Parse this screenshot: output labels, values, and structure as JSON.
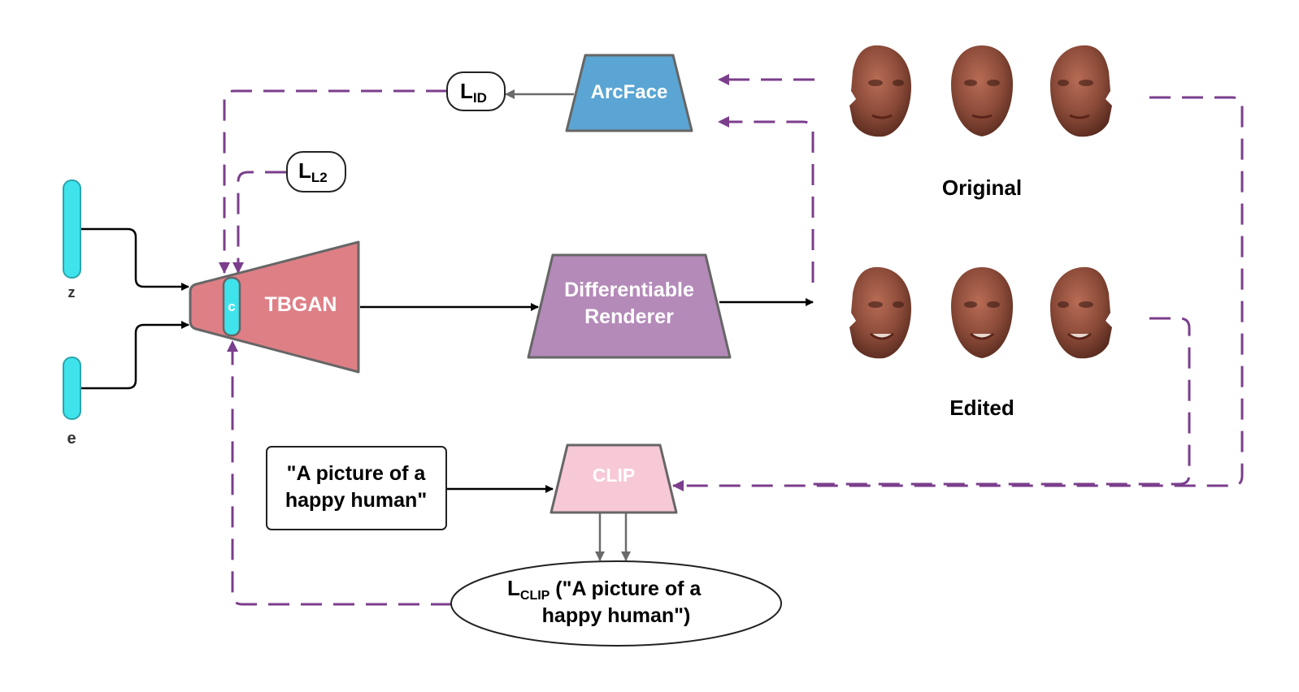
{
  "inputs": {
    "z": "z",
    "e": "e",
    "c": "c"
  },
  "blocks": {
    "tbgan": "TBGAN",
    "arcface": "ArcFace",
    "renderer_line1": "Differentiable",
    "renderer_line2": "Renderer",
    "clip": "CLIP"
  },
  "losses": {
    "id": {
      "main": "L",
      "sub": "ID"
    },
    "l2": {
      "main": "L",
      "sub": "L2"
    },
    "clip": {
      "main": "L",
      "sub": "CLIP",
      "text_line1": " (\"A picture of a",
      "text_line2": "happy human\")"
    }
  },
  "prompt": {
    "line1": "\"A picture of a",
    "line2": "happy human\""
  },
  "groups": {
    "original": "Original",
    "edited": "Edited"
  },
  "faces": [
    {
      "label": "face-left-view"
    },
    {
      "label": "face-front-view"
    },
    {
      "label": "face-right-view"
    }
  ],
  "colors": {
    "purple": "#7B3E8C",
    "cyan": "#3EE3EC",
    "tbgan": "#DE7F86",
    "arcface": "#5AA5D3",
    "renderer": "#B48AB9",
    "clip": "#F7C8D6",
    "skin": "#8A4A38"
  }
}
